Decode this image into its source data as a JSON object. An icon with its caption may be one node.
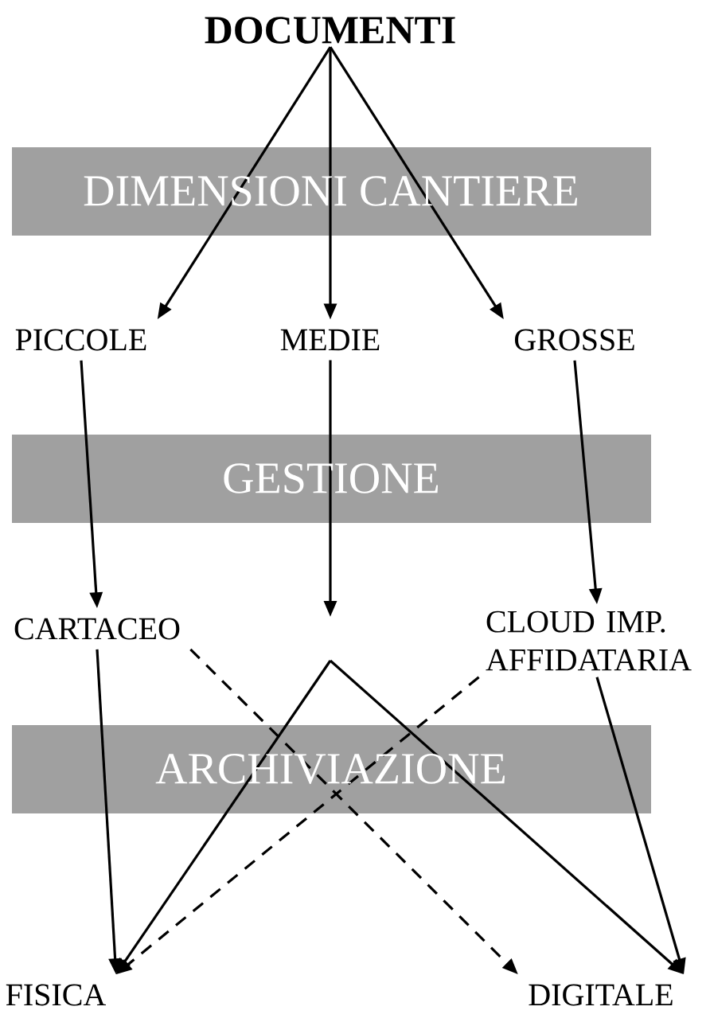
{
  "diagram": {
    "nodes": [
      {
        "text": [
          "DOCUMENTI"
        ]
      },
      {
        "text": [
          "PICCOLE"
        ]
      },
      {
        "text": [
          "MEDIE"
        ]
      },
      {
        "text": [
          "GROSSE"
        ]
      },
      {
        "text": [
          "CARTACEO"
        ]
      },
      {
        "text": [
          "CLOUD IMP. AFFIDATARIA"
        ]
      },
      {
        "text": [
          "FISICA"
        ]
      },
      {
        "text": [
          "DIGITALE"
        ]
      }
    ],
    "edges": [
      {
        "from": 0,
        "to": 1,
        "arrow": "to"
      },
      {
        "from": 0,
        "to": 2,
        "arrow": "to"
      },
      {
        "from": 0,
        "to": 3,
        "arrow": "to"
      },
      {
        "from": 1,
        "to": 4,
        "arrow": "to"
      },
      {
        "from": 2,
        "to": null,
        "arrow": "to"
      },
      {
        "from": 3,
        "to": 5,
        "arrow": "to"
      },
      {
        "from": 4,
        "to": 6,
        "arrow": "to"
      },
      {
        "from": 4,
        "to": 7,
        "arrow": "to",
        "style": "dashed"
      },
      {
        "from": null,
        "to": 6,
        "arrow": "to"
      },
      {
        "from": null,
        "to": 7,
        "arrow": "to"
      },
      {
        "from": 5,
        "to": 7,
        "arrow": "to"
      },
      {
        "from": 5,
        "to": 6,
        "arrow": "to",
        "style": "dashed"
      }
    ],
    "labels": [
      "DIMENSIONI CANTIERE",
      "GESTIONE",
      "ARCHIVIAZIONE"
    ]
  }
}
